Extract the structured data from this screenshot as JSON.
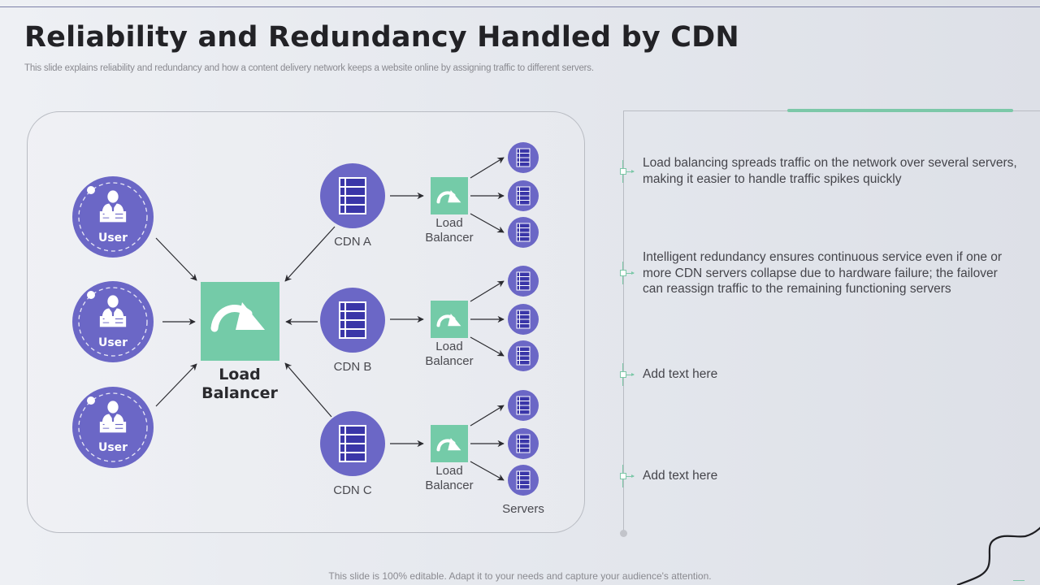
{
  "header": {
    "title": "Reliability and Redundancy Handled by CDN",
    "subtitle": "This slide explains reliability and redundancy and how a content delivery network keeps a website online by assigning traffic to different servers."
  },
  "diagram": {
    "users": [
      {
        "label": "User",
        "icon": "user-at-desk-icon"
      },
      {
        "label": "User",
        "icon": "user-at-desk-icon"
      },
      {
        "label": "User",
        "icon": "user-at-desk-icon"
      }
    ],
    "main_load_balancer": {
      "label_line1": "Load",
      "label_line2": "Balancer",
      "icon": "curved-arrow-icon"
    },
    "cdns": [
      {
        "label": "CDN A",
        "icon": "server-rack-icon"
      },
      {
        "label": "CDN B",
        "icon": "server-rack-icon"
      },
      {
        "label": "CDN C",
        "icon": "server-rack-icon"
      }
    ],
    "cdn_load_balancers": [
      {
        "label_line1": "Load",
        "label_line2": "Balancer",
        "icon": "curved-arrow-icon"
      },
      {
        "label_line1": "Load",
        "label_line2": "Balancer",
        "icon": "curved-arrow-icon"
      },
      {
        "label_line1": "Load",
        "label_line2": "Balancer",
        "icon": "curved-arrow-icon"
      }
    ],
    "servers_label": "Servers",
    "servers_per_group": 3,
    "colors": {
      "purple": "#6b67c6",
      "purple_dark": "#3a36a8",
      "green": "#74cba8",
      "arrow": "#2b2b30"
    }
  },
  "points": [
    {
      "text": "Load balancing spreads traffic on the network over several servers, making it easier to handle traffic spikes quickly"
    },
    {
      "text": "Intelligent redundancy ensures continuous service even if one or more CDN servers collapse due to hardware failure; the failover can reassign traffic to the remaining functioning servers"
    },
    {
      "text": "Add text here"
    },
    {
      "text": "Add text here"
    }
  ],
  "footer": {
    "text": "This slide is 100% editable. Adapt it to your needs and capture your audience's attention."
  },
  "accent_color": "#7cc8a8"
}
